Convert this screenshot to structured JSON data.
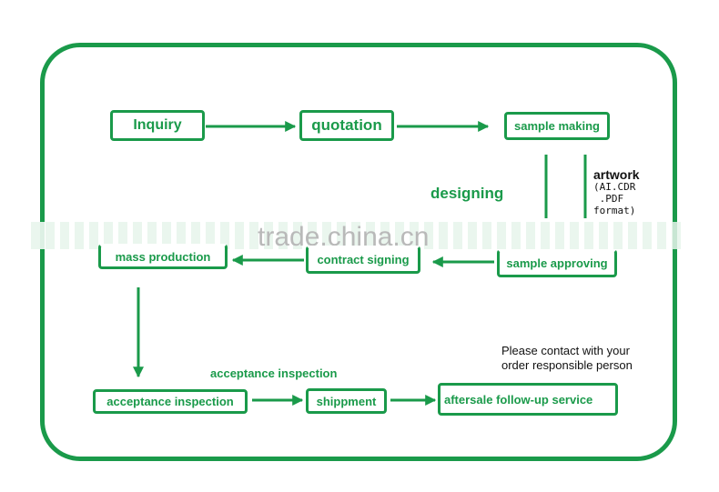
{
  "colors": {
    "accent": "#1a9a4a",
    "text": "#111111",
    "watermark": "#b9b9b9"
  },
  "nodes": {
    "inquiry": "Inquiry",
    "quotation": "quotation",
    "sample_making": "sample making",
    "sample_approving": "sample approving",
    "contract_signing": "contract signing",
    "mass_production": "mass production",
    "acceptance_inspection": "acceptance inspection",
    "shippment": "shippment",
    "aftersale": "aftersale follow-up service"
  },
  "labels": {
    "designing": "designing",
    "artwork_title": "artwork",
    "artwork_formats": "(AI.CDR\n .PDF\nformat)",
    "acceptance_inspection_caption": "acceptance inspection",
    "contact_note_line1": "Please contact with your",
    "contact_note_line2": "order responsible person"
  },
  "watermark": "trade.china.cn"
}
